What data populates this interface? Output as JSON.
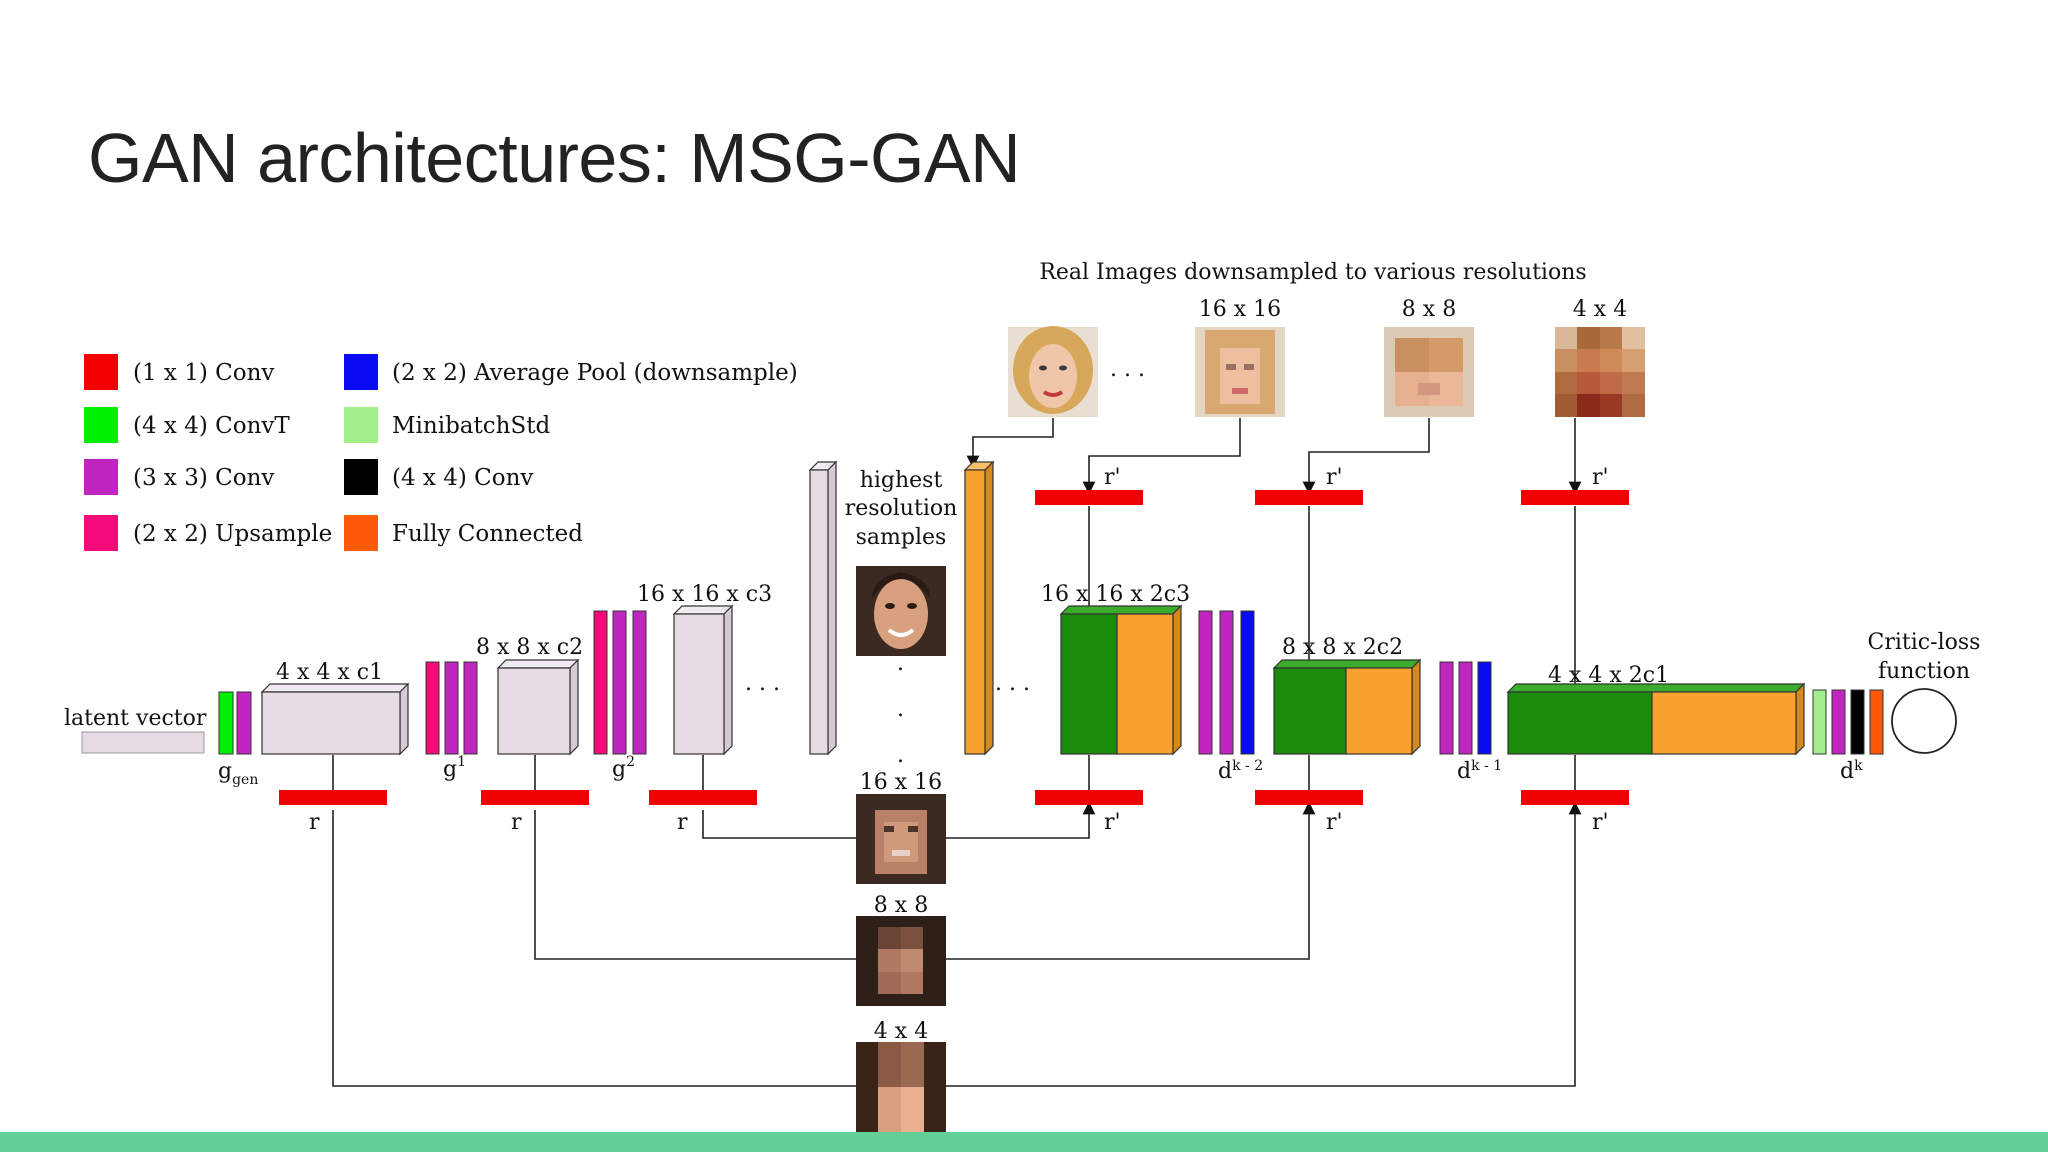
{
  "slide": {
    "title": "GAN architectures: MSG-GAN",
    "header_real": "Real Images downsampled to various resolutions"
  },
  "legend": [
    {
      "label": "(1 x 1) Conv",
      "color": "#f20000"
    },
    {
      "label": "(4 x 4) ConvT",
      "color": "#00f000"
    },
    {
      "label": "(3 x 3) Conv",
      "color": "#c025c0"
    },
    {
      "label": "(2 x 2) Upsample",
      "color": "#f50a7a"
    },
    {
      "label": "(2 x 2) Average Pool (downsample)",
      "color": "#0a0af5"
    },
    {
      "label": "MinibatchStd",
      "color": "#a2ef8a"
    },
    {
      "label": "(4 x 4) Conv",
      "color": "#000000"
    },
    {
      "label": "Fully Connected",
      "color": "#ff5a0a"
    }
  ],
  "colors": {
    "feature_map": "#e7dbe6",
    "green_map": "#1a8b0a",
    "orange_map": "#f7a22e",
    "red_bar": "#f00000",
    "bottom_bar": "#62cf96"
  },
  "generator": {
    "latent": "latent vector",
    "blocks": [
      "4 x 4 x c1",
      "8 x 8 x c2",
      "16 x 16 x c3"
    ],
    "g_labels": {
      "gen": "g",
      "gen_sub": "gen",
      "g1": "g",
      "g1_sup": "1",
      "g2": "g",
      "g2_sup": "2"
    },
    "r": "r",
    "ellipsis": ". . ."
  },
  "samples": {
    "highest": [
      "highest",
      "resolution",
      "samples"
    ],
    "res": [
      "16 x 16",
      "8 x 8",
      "4 x 4"
    ]
  },
  "real": {
    "res": [
      "16 x 16",
      "8 x 8",
      "4 x 4"
    ],
    "rprime": "r'",
    "dots": ". . ."
  },
  "discriminator": {
    "blocks": [
      "16 x 16 x 2c3",
      "8 x 8 x 2c2",
      "4 x 4 x 2c1"
    ],
    "d_labels": {
      "dk2": "d",
      "dk2_sup": "k - 2",
      "dk1": "d",
      "dk1_sup": "k - 1",
      "dk": "d",
      "dk_sup": "k"
    },
    "critic": [
      "Critic-loss",
      "function"
    ]
  }
}
